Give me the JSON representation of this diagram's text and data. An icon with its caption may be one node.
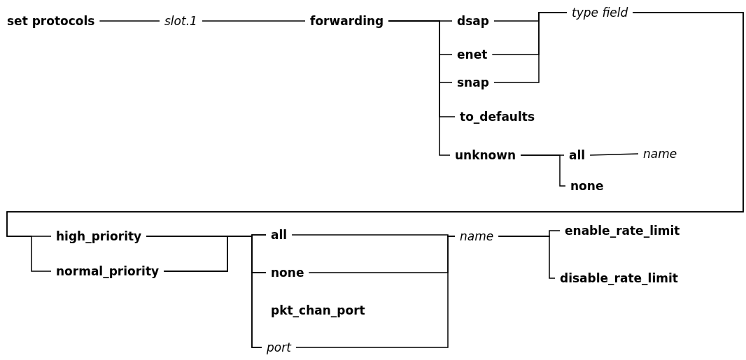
{
  "diagram": {
    "nodes": [
      {
        "text": [
          "set protocols"
        ]
      },
      {
        "text": [
          "slot.1"
        ]
      },
      {
        "text": [
          "forwarding"
        ]
      },
      {
        "text": [
          "dsap"
        ]
      },
      {
        "text": [
          "enet"
        ]
      },
      {
        "text": [
          "snap"
        ]
      },
      {
        "text": [
          "type field"
        ]
      },
      {
        "text": [
          "to_defaults"
        ]
      },
      {
        "text": [
          "unknown"
        ]
      },
      {
        "text": [
          "all"
        ]
      },
      {
        "text": [
          "none"
        ]
      },
      {
        "text": [
          "name"
        ]
      },
      {
        "text": [
          "high_priority"
        ]
      },
      {
        "text": [
          "normal_priority"
        ]
      },
      {
        "text": [
          "all"
        ]
      },
      {
        "text": [
          "none"
        ]
      },
      {
        "text": [
          "pkt_chan_port"
        ]
      },
      {
        "text": [
          "port"
        ]
      },
      {
        "text": [
          "name"
        ]
      },
      {
        "text": [
          "enable_rate_limit"
        ]
      },
      {
        "text": [
          "disable_rate_limit"
        ]
      }
    ],
    "edges": [
      {
        "from": 0,
        "to": 1,
        "arrow": "none"
      },
      {
        "from": 1,
        "to": 2,
        "arrow": "none"
      },
      {
        "from": 2,
        "to": 3,
        "arrow": "none"
      },
      {
        "from": 2,
        "to": 4,
        "arrow": "none"
      },
      {
        "from": 2,
        "to": 5,
        "arrow": "none"
      },
      {
        "from": 2,
        "to": 7,
        "arrow": "none"
      },
      {
        "from": 2,
        "to": 8,
        "arrow": "none"
      },
      {
        "from": 3,
        "to": 6,
        "arrow": "none"
      },
      {
        "from": 4,
        "to": 6,
        "arrow": "none"
      },
      {
        "from": 5,
        "to": 6,
        "arrow": "none"
      },
      {
        "from": 8,
        "to": 9,
        "arrow": "none"
      },
      {
        "from": 8,
        "to": 10,
        "arrow": "none"
      },
      {
        "from": 9,
        "to": 11,
        "arrow": "none"
      },
      {
        "from": 6,
        "to": 12,
        "arrow": "none"
      },
      {
        "from": 6,
        "to": 13,
        "arrow": "none"
      },
      {
        "from": 12,
        "to": 14,
        "arrow": "none"
      },
      {
        "from": 12,
        "to": 15,
        "arrow": "none"
      },
      {
        "from": 12,
        "to": 17,
        "arrow": "none"
      },
      {
        "from": 13,
        "to": 14,
        "arrow": "none"
      },
      {
        "from": 13,
        "to": 15,
        "arrow": "none"
      },
      {
        "from": 13,
        "to": 17,
        "arrow": "none"
      },
      {
        "from": 14,
        "to": 18,
        "arrow": "none"
      },
      {
        "from": 15,
        "to": 18,
        "arrow": "none"
      },
      {
        "from": 17,
        "to": 18,
        "arrow": "none"
      },
      {
        "from": 18,
        "to": 19,
        "arrow": "none"
      },
      {
        "from": 18,
        "to": 20,
        "arrow": "none"
      }
    ]
  }
}
